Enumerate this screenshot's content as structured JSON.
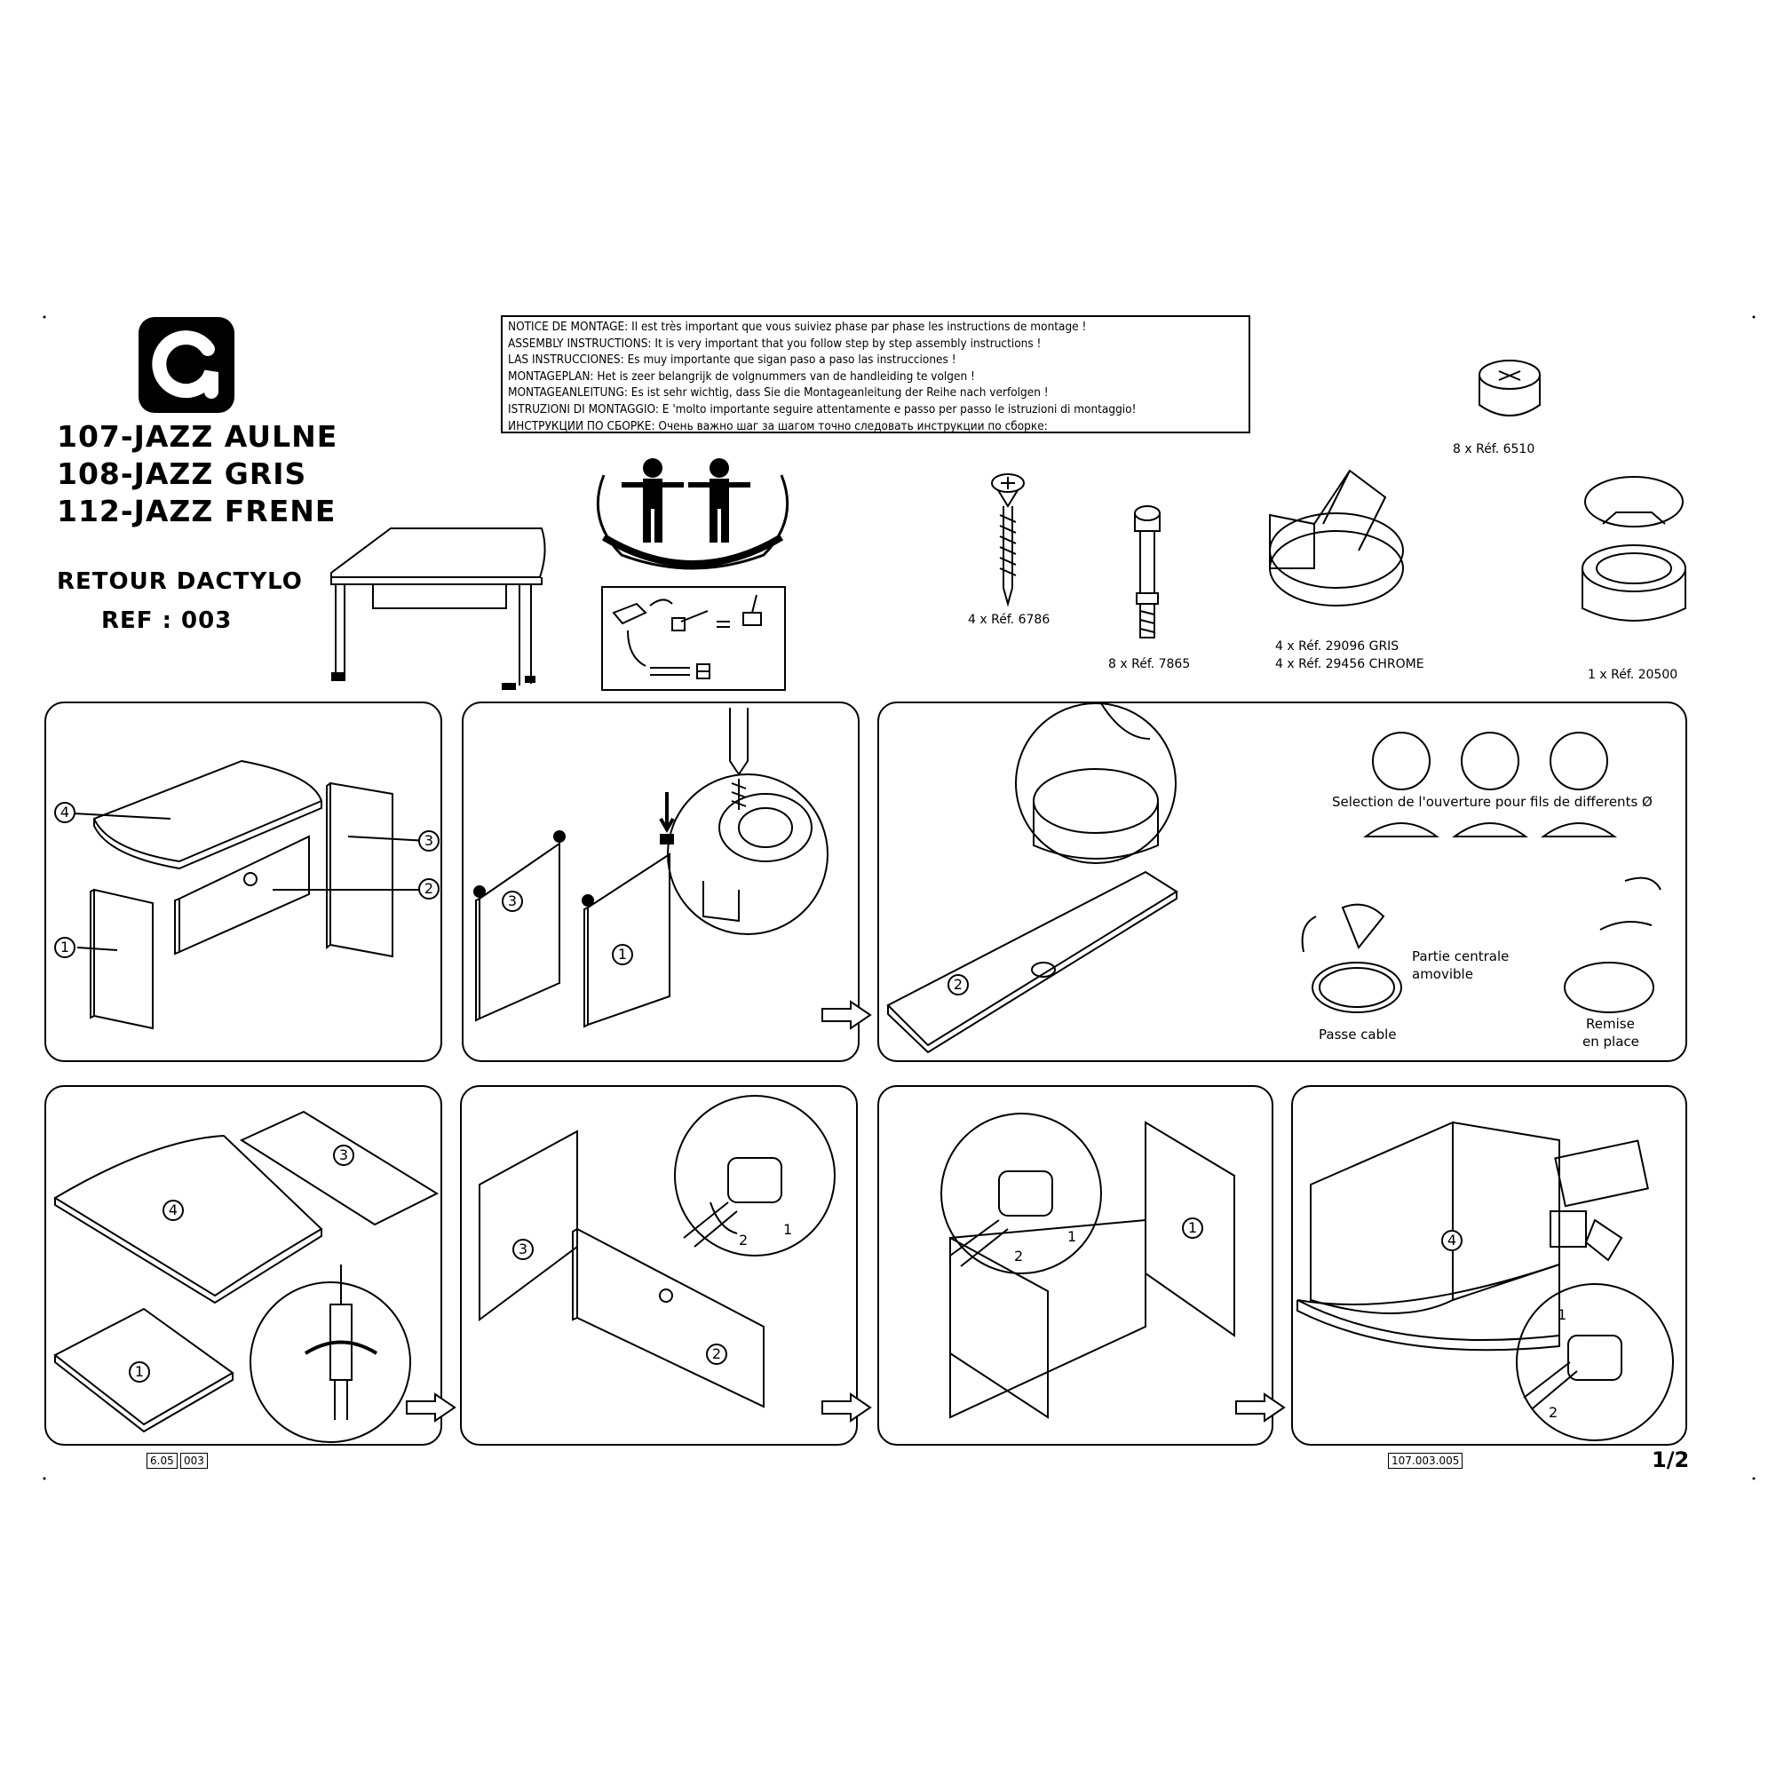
{
  "header": {
    "model_lines": [
      "107-JAZZ AULNE",
      "108-JAZZ GRIS",
      "112-JAZZ FRENE"
    ],
    "product_name": "RETOUR DACTYLO",
    "reference": "REF : 003"
  },
  "notice": {
    "lines": [
      "NOTICE DE MONTAGE: Il est très important que vous suiviez phase par phase les instructions de montage !",
      "ASSEMBLY INSTRUCTIONS: It is very important that  you follow step by step assembly instructions !",
      "LAS INSTRUCCIONES: Es muy importante que sigan paso a paso las instrucciones !",
      "MONTAGEPLAN: Het is zeer belangrijk de volgnummers van de handleiding te volgen !",
      "MONTAGEANLEITUNG: Es ist sehr wichtig, dass Sie die Montageanleitung der Reihe nach verfolgen !",
      "ISTRUZIONI DI MONTAGGIO: E 'molto importante seguire attentamente e passo per passo le istruzioni di montaggio!",
      "ИНСТРУКЦИИ ПО СБОРКЕ: Очень важно шаг за шагом точно следовать инструкции по сборке:"
    ]
  },
  "hardware": {
    "cam": "8 x Réf. 6510",
    "screw": "4 x Réf. 6786",
    "dowel": "8 x Réf. 7865",
    "foot_gris": "4 x Réf. 29096 GRIS",
    "foot_chrome": "4 x Réf. 29456 CHROME",
    "grommet": "1 x Réf. 20500"
  },
  "grommet_notes": {
    "selection": "Selection de l'ouverture pour fils de differents Ø",
    "centre_1": "Partie centrale",
    "centre_2": "amovible",
    "passe": "Passe cable",
    "remise_1": "Remise",
    "remise_2": "en place"
  },
  "part_numbers": {
    "p1": "1",
    "p2": "2",
    "p3": "3",
    "p4": "4"
  },
  "turn_numbers": {
    "one": "1",
    "two": "2"
  },
  "footer": {
    "left_code_a": "6.05",
    "left_code_b": "003",
    "right_code": "107.003.005",
    "page": "1/2"
  }
}
